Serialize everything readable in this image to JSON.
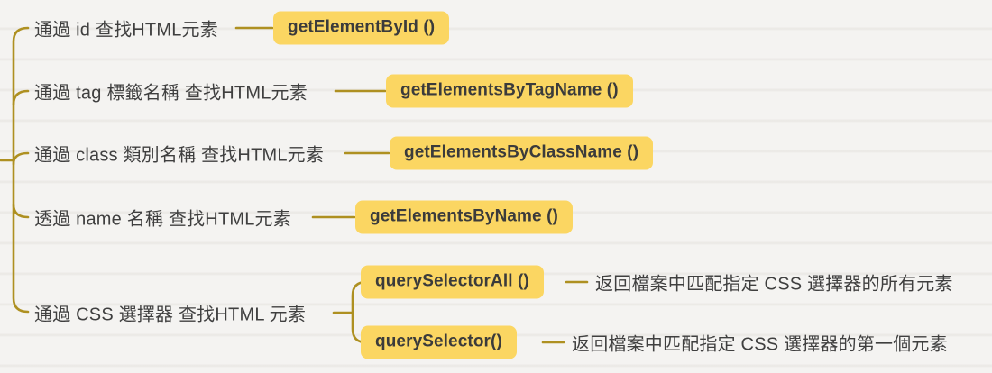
{
  "colors": {
    "background": "#f4f3f1",
    "branch_line": "#ae9021",
    "node_fill": "#fbd662",
    "node_text": "#3b3b3b",
    "label_text": "#3f3f3f"
  },
  "branches": [
    {
      "label": "通過 id 查找HTML元素",
      "method": "getElementById ()"
    },
    {
      "label": "通過 tag 標籤名稱 查找HTML元素",
      "method": "getElementsByTagName ()"
    },
    {
      "label": "通過 class 類別名稱 查找HTML元素",
      "method": "getElementsByClassName ()"
    },
    {
      "label": "透過 name 名稱 查找HTML元素",
      "method": "getElementsByName ()"
    },
    {
      "label": "通過 CSS 選擇器 查找HTML 元素",
      "children": [
        {
          "method": "querySelectorAll ()",
          "description": "返回檔案中匹配指定 CSS 選擇器的所有元素"
        },
        {
          "method": "querySelector()",
          "description": "返回檔案中匹配指定 CSS 選擇器的第一個元素"
        }
      ]
    }
  ]
}
